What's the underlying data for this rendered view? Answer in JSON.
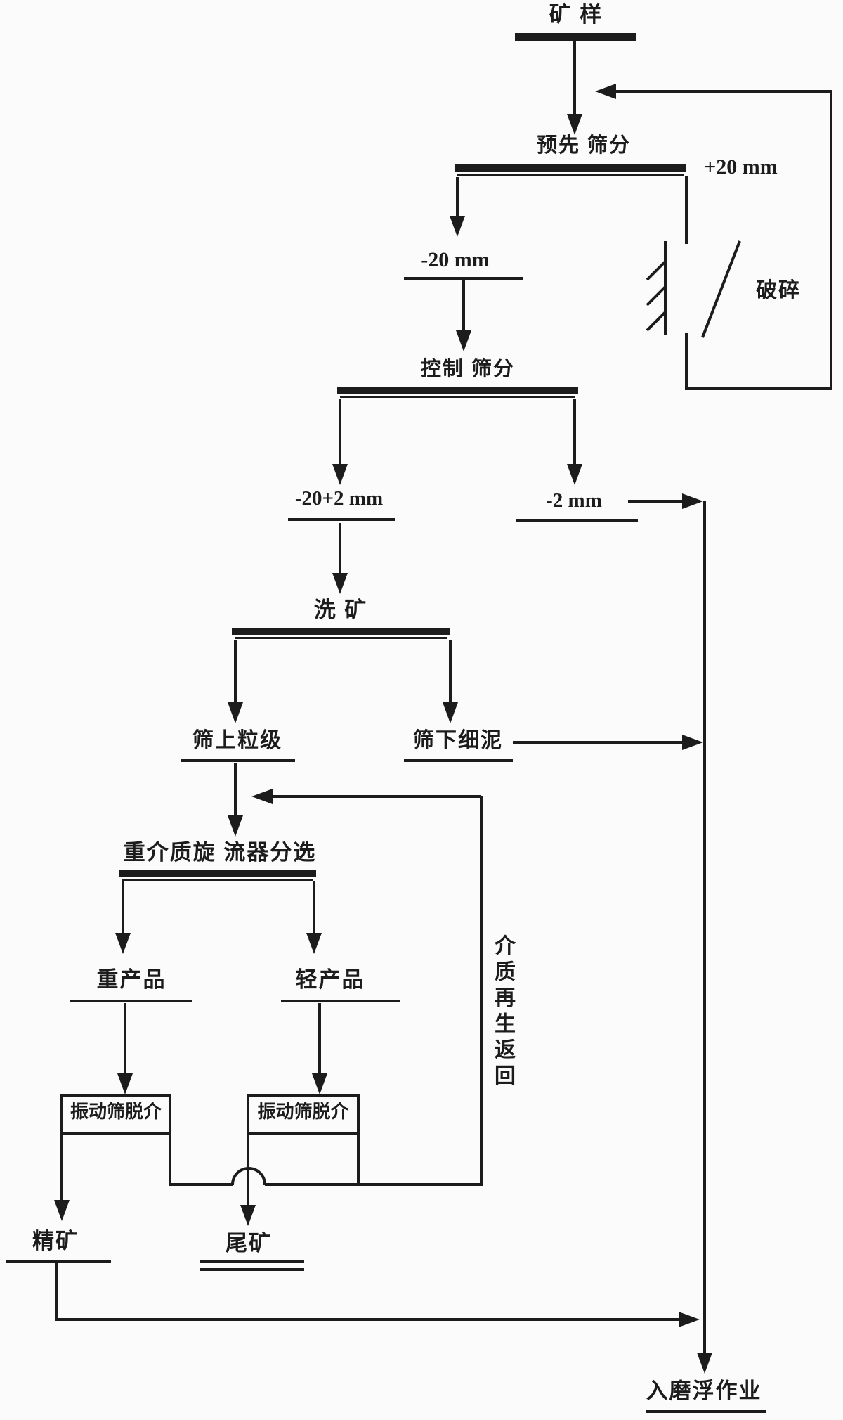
{
  "diagram": {
    "title_hint": "heavy-medium-cyclone-preconcentration-flowsheet",
    "colors": {
      "line": "#1c1c1c",
      "text": "#1c1c1c",
      "background": "#fbfbfb"
    },
    "nodes": {
      "ore_sample": "矿 样",
      "pre_screening": "预先 筛分",
      "plus20mm": "+20 mm",
      "minus20mm": "-20 mm",
      "crushing": "破碎",
      "control_screening": "控制 筛分",
      "minus20plus2mm": "-20+2 mm",
      "minus2mm": "-2 mm",
      "washing": "洗 矿",
      "oversize_fraction": "筛上粒级",
      "undersize_slime": "筛下细泥",
      "hm_cyclone_separation": "重介质旋 流器分选",
      "heavy_product": "重产品",
      "light_product": "轻产品",
      "demedium_screen_left": "振动筛脱介",
      "demedium_screen_right": "振动筛脱介",
      "medium_regeneration_return": "介质再生返回",
      "concentrate": "精矿",
      "tailings": "尾矿",
      "to_grinding_flotation": "入磨浮作业"
    }
  }
}
